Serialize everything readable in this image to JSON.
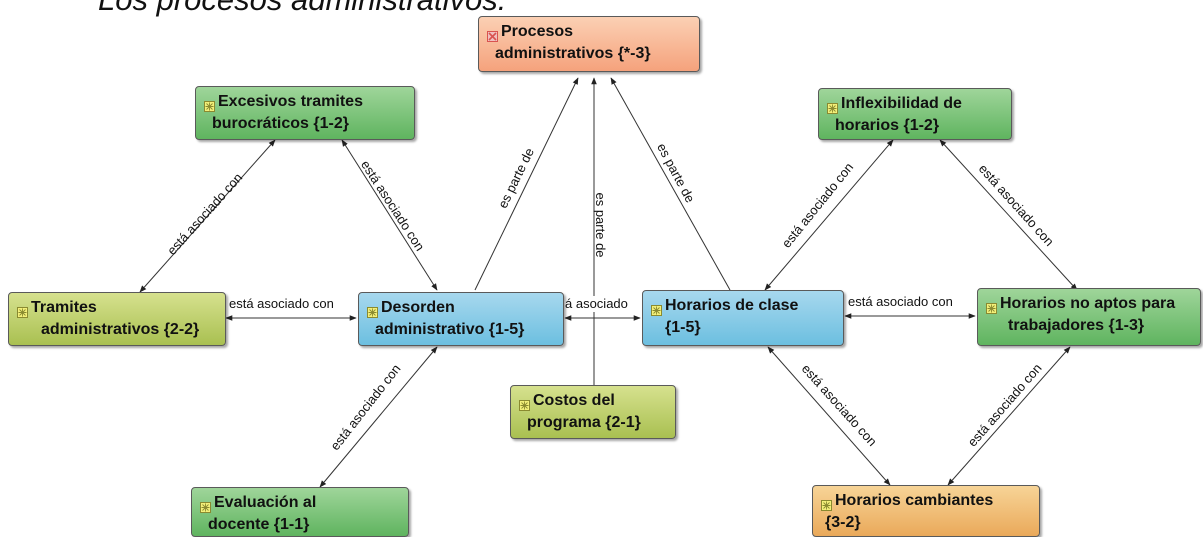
{
  "title": "Los procesos administrativos.",
  "nodes": {
    "procesos": {
      "line1": "Procesos",
      "line2": "administrativos {*-3}",
      "icon": "root-concept-icon"
    },
    "excesivos": {
      "line1": "Excesivos tramites",
      "line2": "burocráticos {1-2}",
      "icon": "concept-icon"
    },
    "inflexibilidad": {
      "line1": "Inflexibilidad de",
      "line2": "horarios {1-2}",
      "icon": "concept-icon"
    },
    "tramites": {
      "line1": "Tramites",
      "line2": "administrativos {2-2}",
      "icon": "concept-icon"
    },
    "desorden": {
      "line1": "Desorden",
      "line2": "administrativo {1-5}",
      "icon": "concept-icon"
    },
    "horarios_clase": {
      "line1": "Horarios de clase",
      "line2": "{1-5}",
      "icon": "concept-icon"
    },
    "horarios_no_aptos": {
      "line1": "Horarios no aptos para",
      "line2": "trabajadores {1-3}",
      "icon": "concept-icon"
    },
    "costos": {
      "line1": "Costos del",
      "line2": "programa {2-1}",
      "icon": "concept-icon"
    },
    "evaluacion": {
      "line1": "Evaluación al",
      "line2": "docente {1-1}",
      "icon": "concept-icon"
    },
    "horarios_cambiantes": {
      "line1": "Horarios cambiantes",
      "line2": "{3-2}",
      "icon": "concept-icon"
    }
  },
  "edge_labels": {
    "asociado": "está asociado con",
    "parte": "es parte de",
    "asociado_partial": "á asociado"
  },
  "colors": {
    "green": "#5fb45f",
    "olive": "#a9c051",
    "blue": "#6cbfe0",
    "orange": "#f5a27c",
    "amber": "#eaa95a",
    "root_icon": "#d9534f",
    "concept_icon": "#f3f07a"
  }
}
